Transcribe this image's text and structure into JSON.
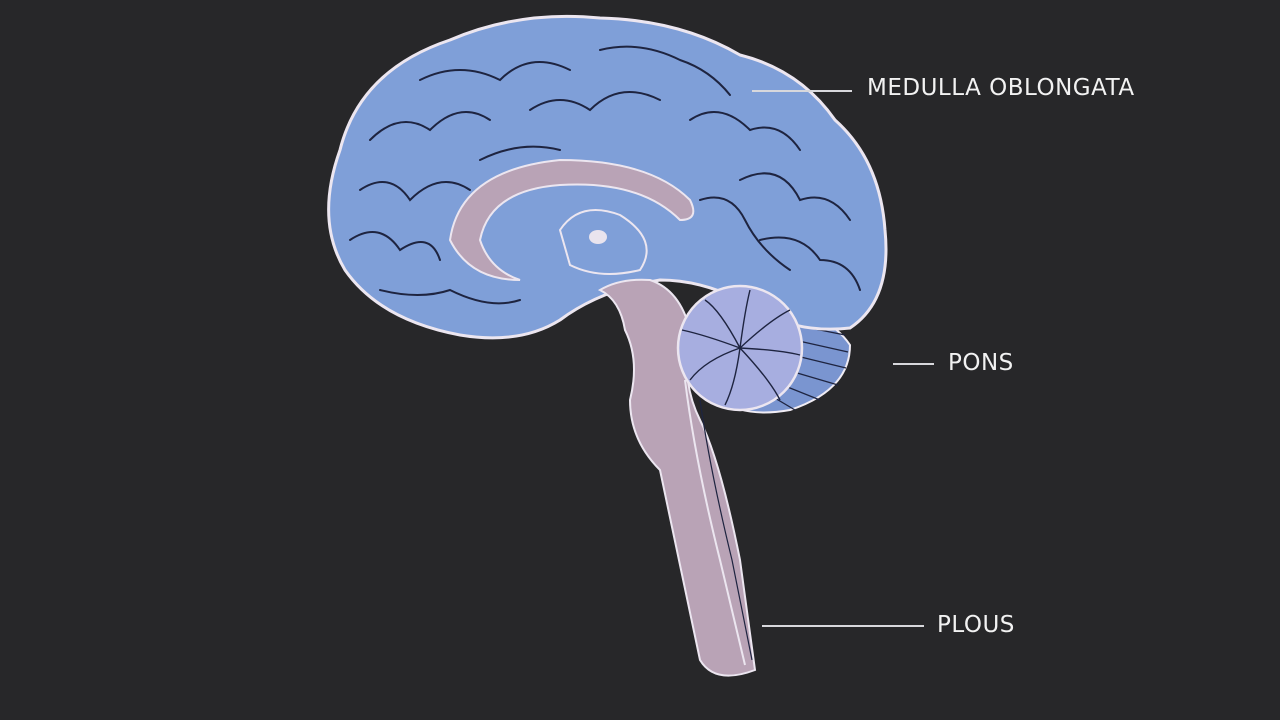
{
  "labels": {
    "medulla": "MEDULLA OBLONGATA",
    "pons": "PONS",
    "plous": "PLOUS"
  },
  "colors": {
    "background": "#272729",
    "cerebrum": "#7f9fd8",
    "brainstem": "#b9a3b6",
    "outline": "#1e2440",
    "highlight": "#e9e4ee",
    "label_text": "#f2f2f2"
  }
}
